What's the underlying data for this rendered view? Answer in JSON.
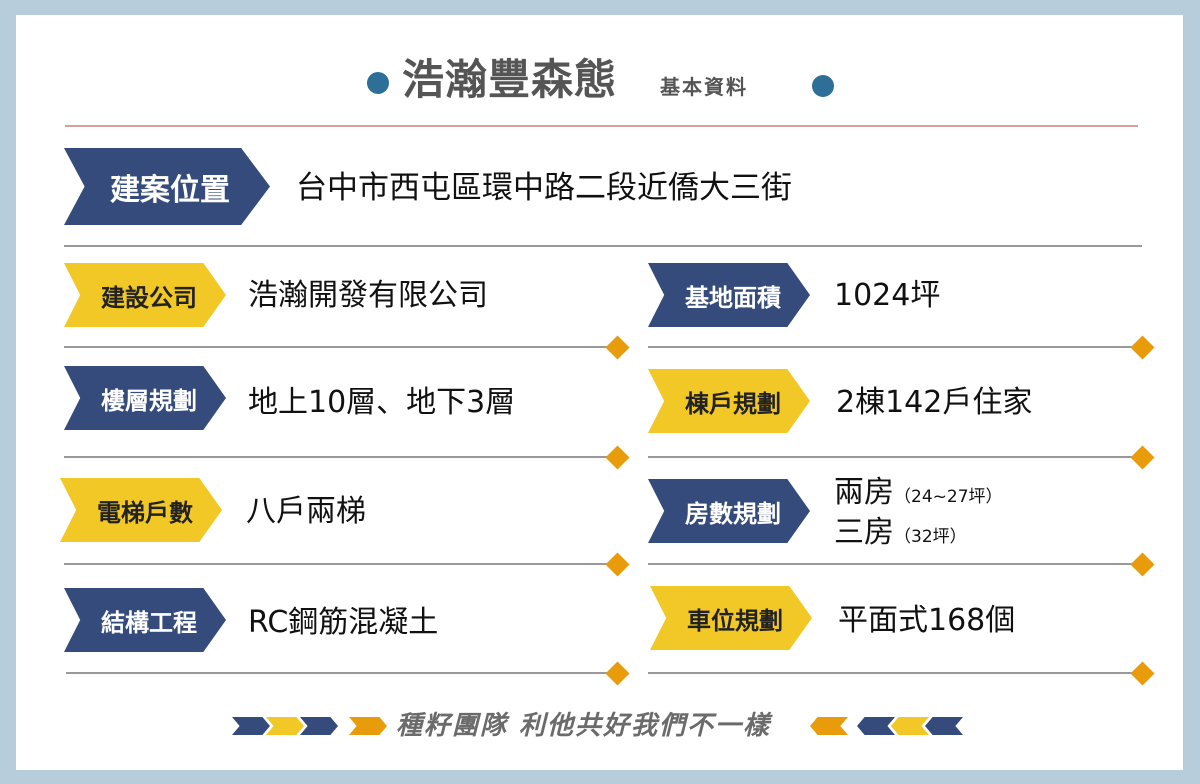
{
  "header": {
    "title": "浩瀚豐森態",
    "subtitle": "基本資料"
  },
  "location": {
    "label": "建案位置",
    "value": "台中市西屯區環中路二段近僑大三街"
  },
  "left_items": [
    {
      "label": "建設公司",
      "value": "浩瀚開發有限公司",
      "style": "yellow"
    },
    {
      "label": "樓層規劃",
      "value": "地上10層、地下3層",
      "style": "navy"
    },
    {
      "label": "電梯戶數",
      "value": "八戶兩梯",
      "style": "yellow"
    },
    {
      "label": "結構工程",
      "value": "RC鋼筋混凝土",
      "style": "navy"
    }
  ],
  "right_items": [
    {
      "label": "基地面積",
      "value": "1024坪",
      "style": "navy"
    },
    {
      "label": "棟戶規劃",
      "value": "2棟142戶住家",
      "style": "yellow"
    },
    {
      "label": "房數規劃",
      "style": "navy",
      "lines": [
        {
          "main": "兩房",
          "note": "（24~27坪）"
        },
        {
          "main": "三房",
          "note": "（32坪）"
        }
      ]
    },
    {
      "label": "車位規劃",
      "value": "平面式168個",
      "style": "yellow"
    }
  ],
  "footer": {
    "slogan": "種籽團隊  利他共好我們不一樣"
  },
  "colors": {
    "navy": "#344b7c",
    "yellow": "#f1c825",
    "orange": "#e89c0c",
    "dot_blue": "#2e6f97",
    "border": "#b7cddb",
    "title_divider": "#d2a19c"
  }
}
